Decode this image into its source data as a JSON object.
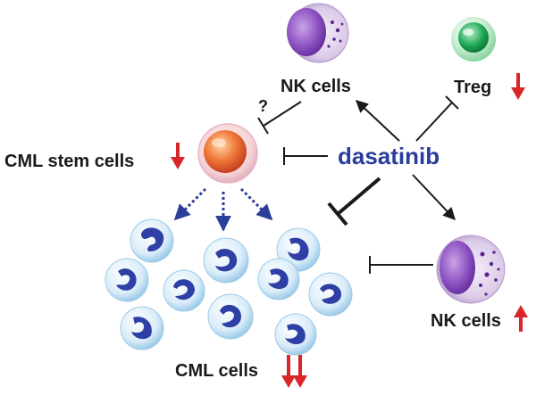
{
  "labels": {
    "nk_cells_top": "NK cells",
    "treg": "Treg",
    "question": "?",
    "cml_stem_cells": "CML stem cells",
    "drug": "dasatinib",
    "nk_cells_right": "NK cells",
    "cml_cells": "CML cells"
  },
  "colors": {
    "drug_text": "#2a3c9e",
    "down_arrow": "#d8262a",
    "up_arrow": "#d8262a",
    "dashed_arrow": "#2b3f9a",
    "line": "#1a1a1a"
  },
  "icons": {
    "nk_cell": "purple-granular-cell",
    "treg_cell": "green-sphere-cell",
    "stem_cell": "orange-stem-cell",
    "cml_cell": "blue-leukemic-cell"
  }
}
